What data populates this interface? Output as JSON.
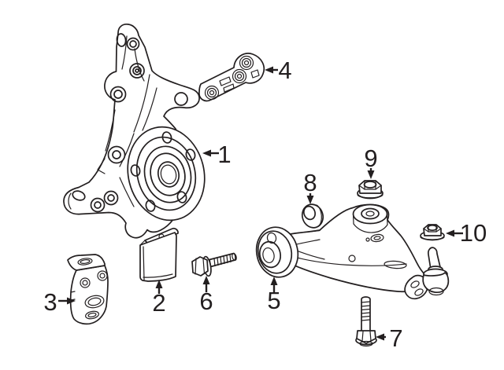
{
  "diagram": {
    "background_color": "#ffffff",
    "line_color": "#231f20",
    "callouts": [
      {
        "number": "1",
        "arrow_direction": "left"
      },
      {
        "number": "2",
        "arrow_direction": "up"
      },
      {
        "number": "3",
        "arrow_direction": "right"
      },
      {
        "number": "4",
        "arrow_direction": "left"
      },
      {
        "number": "5",
        "arrow_direction": "up"
      },
      {
        "number": "6",
        "arrow_direction": "up"
      },
      {
        "number": "7",
        "arrow_direction": "left"
      },
      {
        "number": "8",
        "arrow_direction": "down"
      },
      {
        "number": "9",
        "arrow_direction": "down"
      },
      {
        "number": "10",
        "arrow_direction": "left"
      }
    ]
  }
}
